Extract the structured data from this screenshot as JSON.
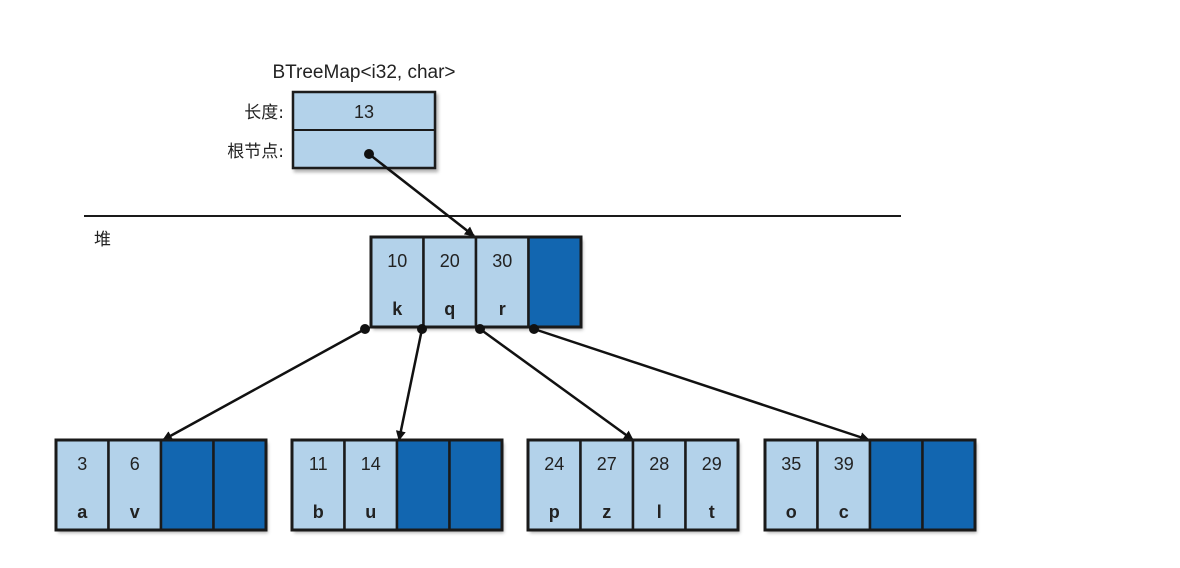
{
  "title": "BTreeMap<i32, char>",
  "colors": {
    "filled_cell": "#b3d2ea",
    "empty_cell": "#1266b0",
    "border": "#1a1a1a",
    "text": "#222222"
  },
  "struct": {
    "fields": [
      {
        "label": "长度:",
        "value": "13"
      },
      {
        "label": "根节点:",
        "value": "",
        "pointer": true
      }
    ]
  },
  "heap_label": "堆",
  "root": {
    "capacity": 4,
    "entries": [
      {
        "key": "10",
        "value": "k"
      },
      {
        "key": "20",
        "value": "q"
      },
      {
        "key": "30",
        "value": "r"
      }
    ]
  },
  "leaves": [
    {
      "capacity": 4,
      "entries": [
        {
          "key": "3",
          "value": "a"
        },
        {
          "key": "6",
          "value": "v"
        }
      ]
    },
    {
      "capacity": 4,
      "entries": [
        {
          "key": "11",
          "value": "b"
        },
        {
          "key": "14",
          "value": "u"
        }
      ]
    },
    {
      "capacity": 4,
      "entries": [
        {
          "key": "24",
          "value": "p"
        },
        {
          "key": "27",
          "value": "z"
        },
        {
          "key": "28",
          "value": "l"
        },
        {
          "key": "29",
          "value": "t"
        }
      ]
    },
    {
      "capacity": 4,
      "entries": [
        {
          "key": "35",
          "value": "o"
        },
        {
          "key": "39",
          "value": "c"
        }
      ]
    }
  ]
}
